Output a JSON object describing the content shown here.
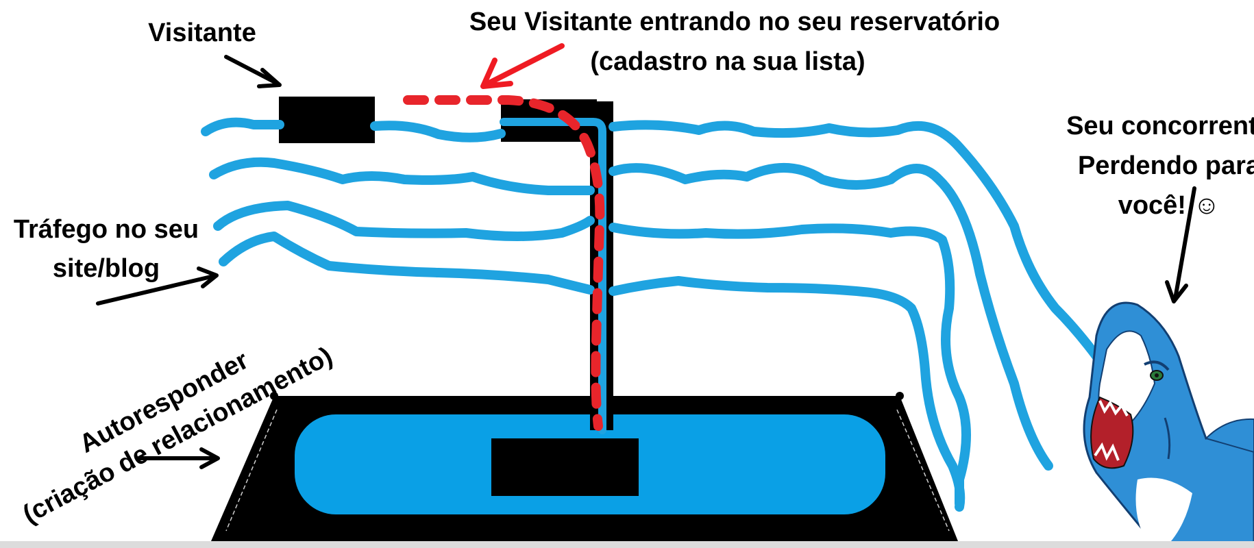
{
  "labels": {
    "visitante": "Visitante",
    "entering_line1": "Seu Visitante entrando no seu reservatório",
    "entering_line2": "(cadastro na sua lista)",
    "traffic_line1": "Tráfego no seu",
    "traffic_line2": "site/blog",
    "autoresponder_line1": "Autoresponder",
    "autoresponder_line2": "(criação de relacionamento)",
    "competitor_line1": "Seu concorrente",
    "competitor_line2": "Perdendo para",
    "competitor_line3": "você! ☺"
  },
  "colors": {
    "traffic_stream": "#1fa3e0",
    "reservoir_water": "#0aa0e6",
    "tank": "#000000",
    "entry_path": "#e8252b",
    "arrow_black": "#000000",
    "arrow_red": "#ef1b23",
    "shark_body": "#2f8fd6",
    "shark_belly": "#ffffff",
    "shark_mouth": "#b3202a"
  },
  "icons": {
    "competitor_mascot": "shark-icon"
  }
}
